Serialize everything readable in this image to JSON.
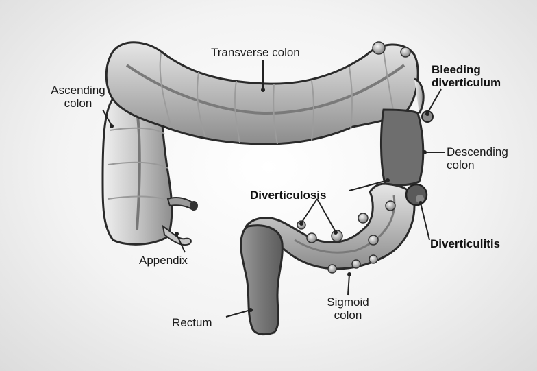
{
  "labels": {
    "transverse_colon": "Transverse colon",
    "ascending_colon_1": "Ascending",
    "ascending_colon_2": "colon",
    "bleeding_diverticulum_1": "Bleeding",
    "bleeding_diverticulum_2": "diverticulum",
    "descending_colon_1": "Descending",
    "descending_colon_2": "colon",
    "diverticulosis": "Diverticulosis",
    "diverticulitis": "Diverticulitis",
    "appendix": "Appendix",
    "sigmoid_colon_1": "Sigmoid",
    "sigmoid_colon_2": "colon",
    "rectum": "Rectum"
  },
  "colors": {
    "colon_fill": "#bdbdbd",
    "colon_outline": "#2a2a2a",
    "colon_dark": "#6e6e6e",
    "inflamed": "#5a5a5a"
  }
}
